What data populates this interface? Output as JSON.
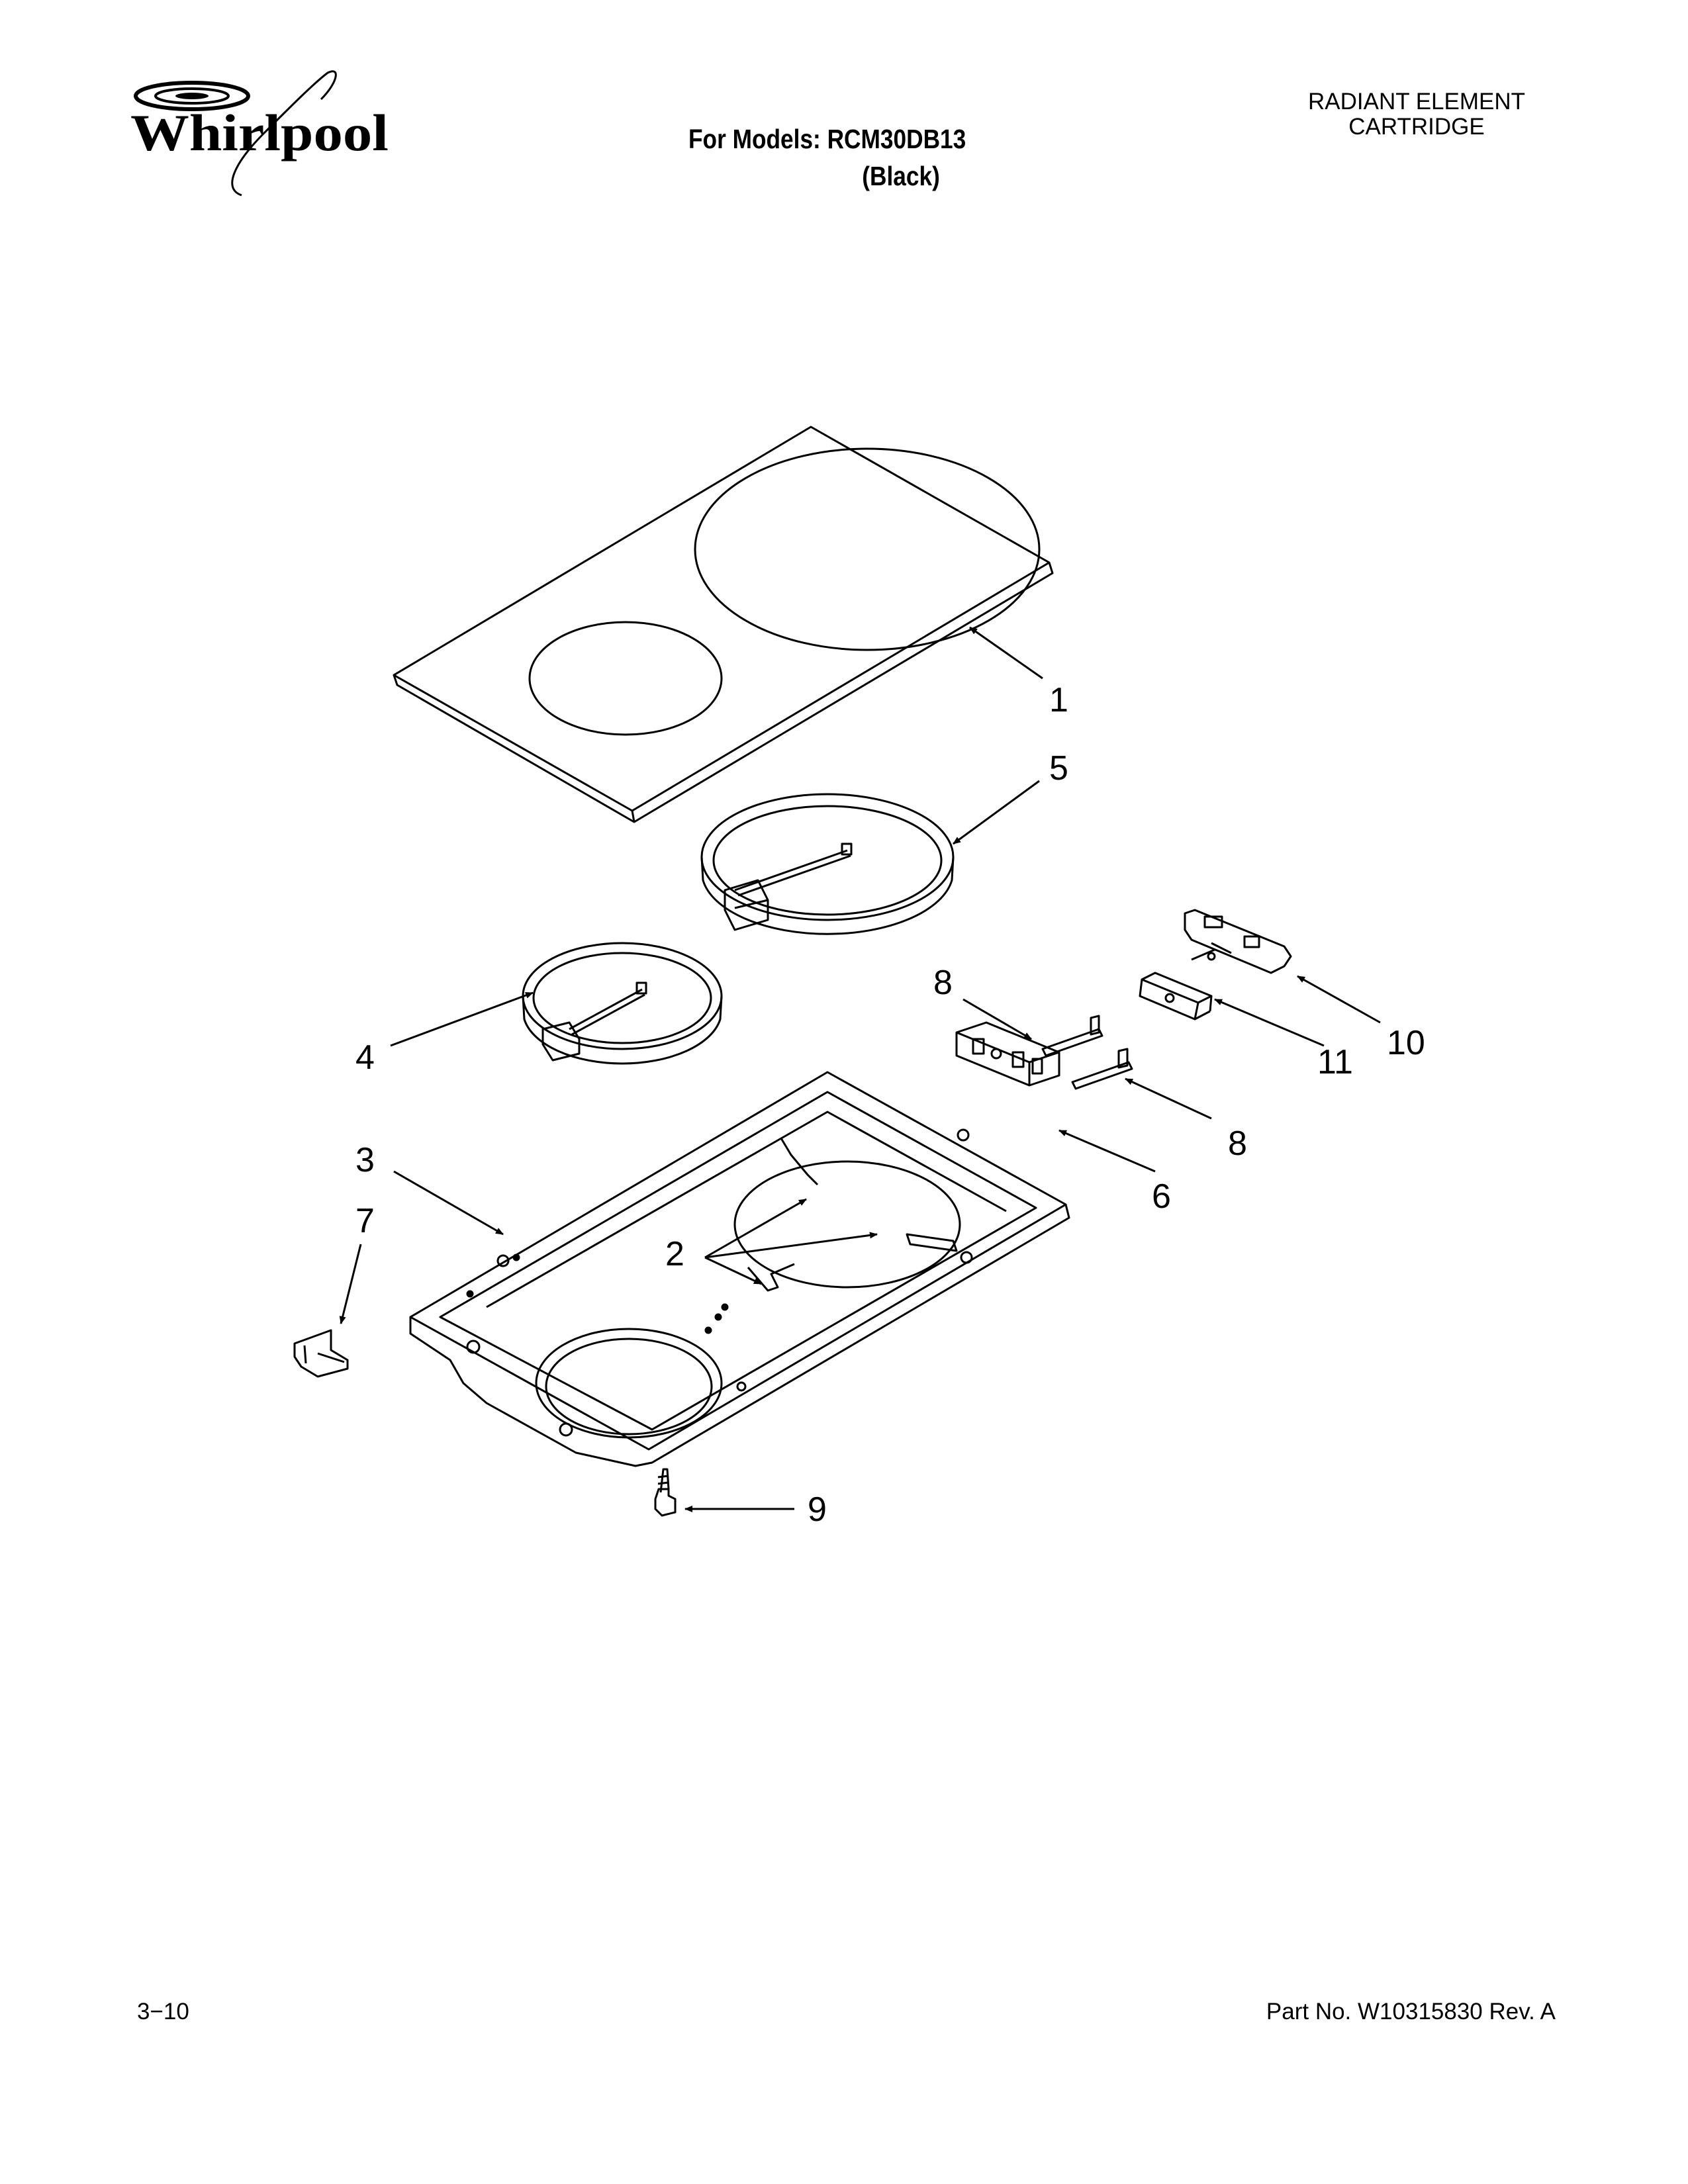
{
  "brand": {
    "logo_text": "Whirlpool"
  },
  "header": {
    "models_line": "For Models: RCM30DB13",
    "color_line": "(Black)",
    "section_title_line1": "RADIANT ELEMENT",
    "section_title_line2": "CARTRIDGE"
  },
  "callouts": {
    "c1": "1",
    "c2": "2",
    "c3": "3",
    "c4": "4",
    "c5": "5",
    "c6": "6",
    "c7": "7",
    "c8a": "8",
    "c8b": "8",
    "c9": "9",
    "c10": "10",
    "c11": "11"
  },
  "footer": {
    "page_number": "3−10",
    "part_number": "Part No. W10315830 Rev. A"
  }
}
